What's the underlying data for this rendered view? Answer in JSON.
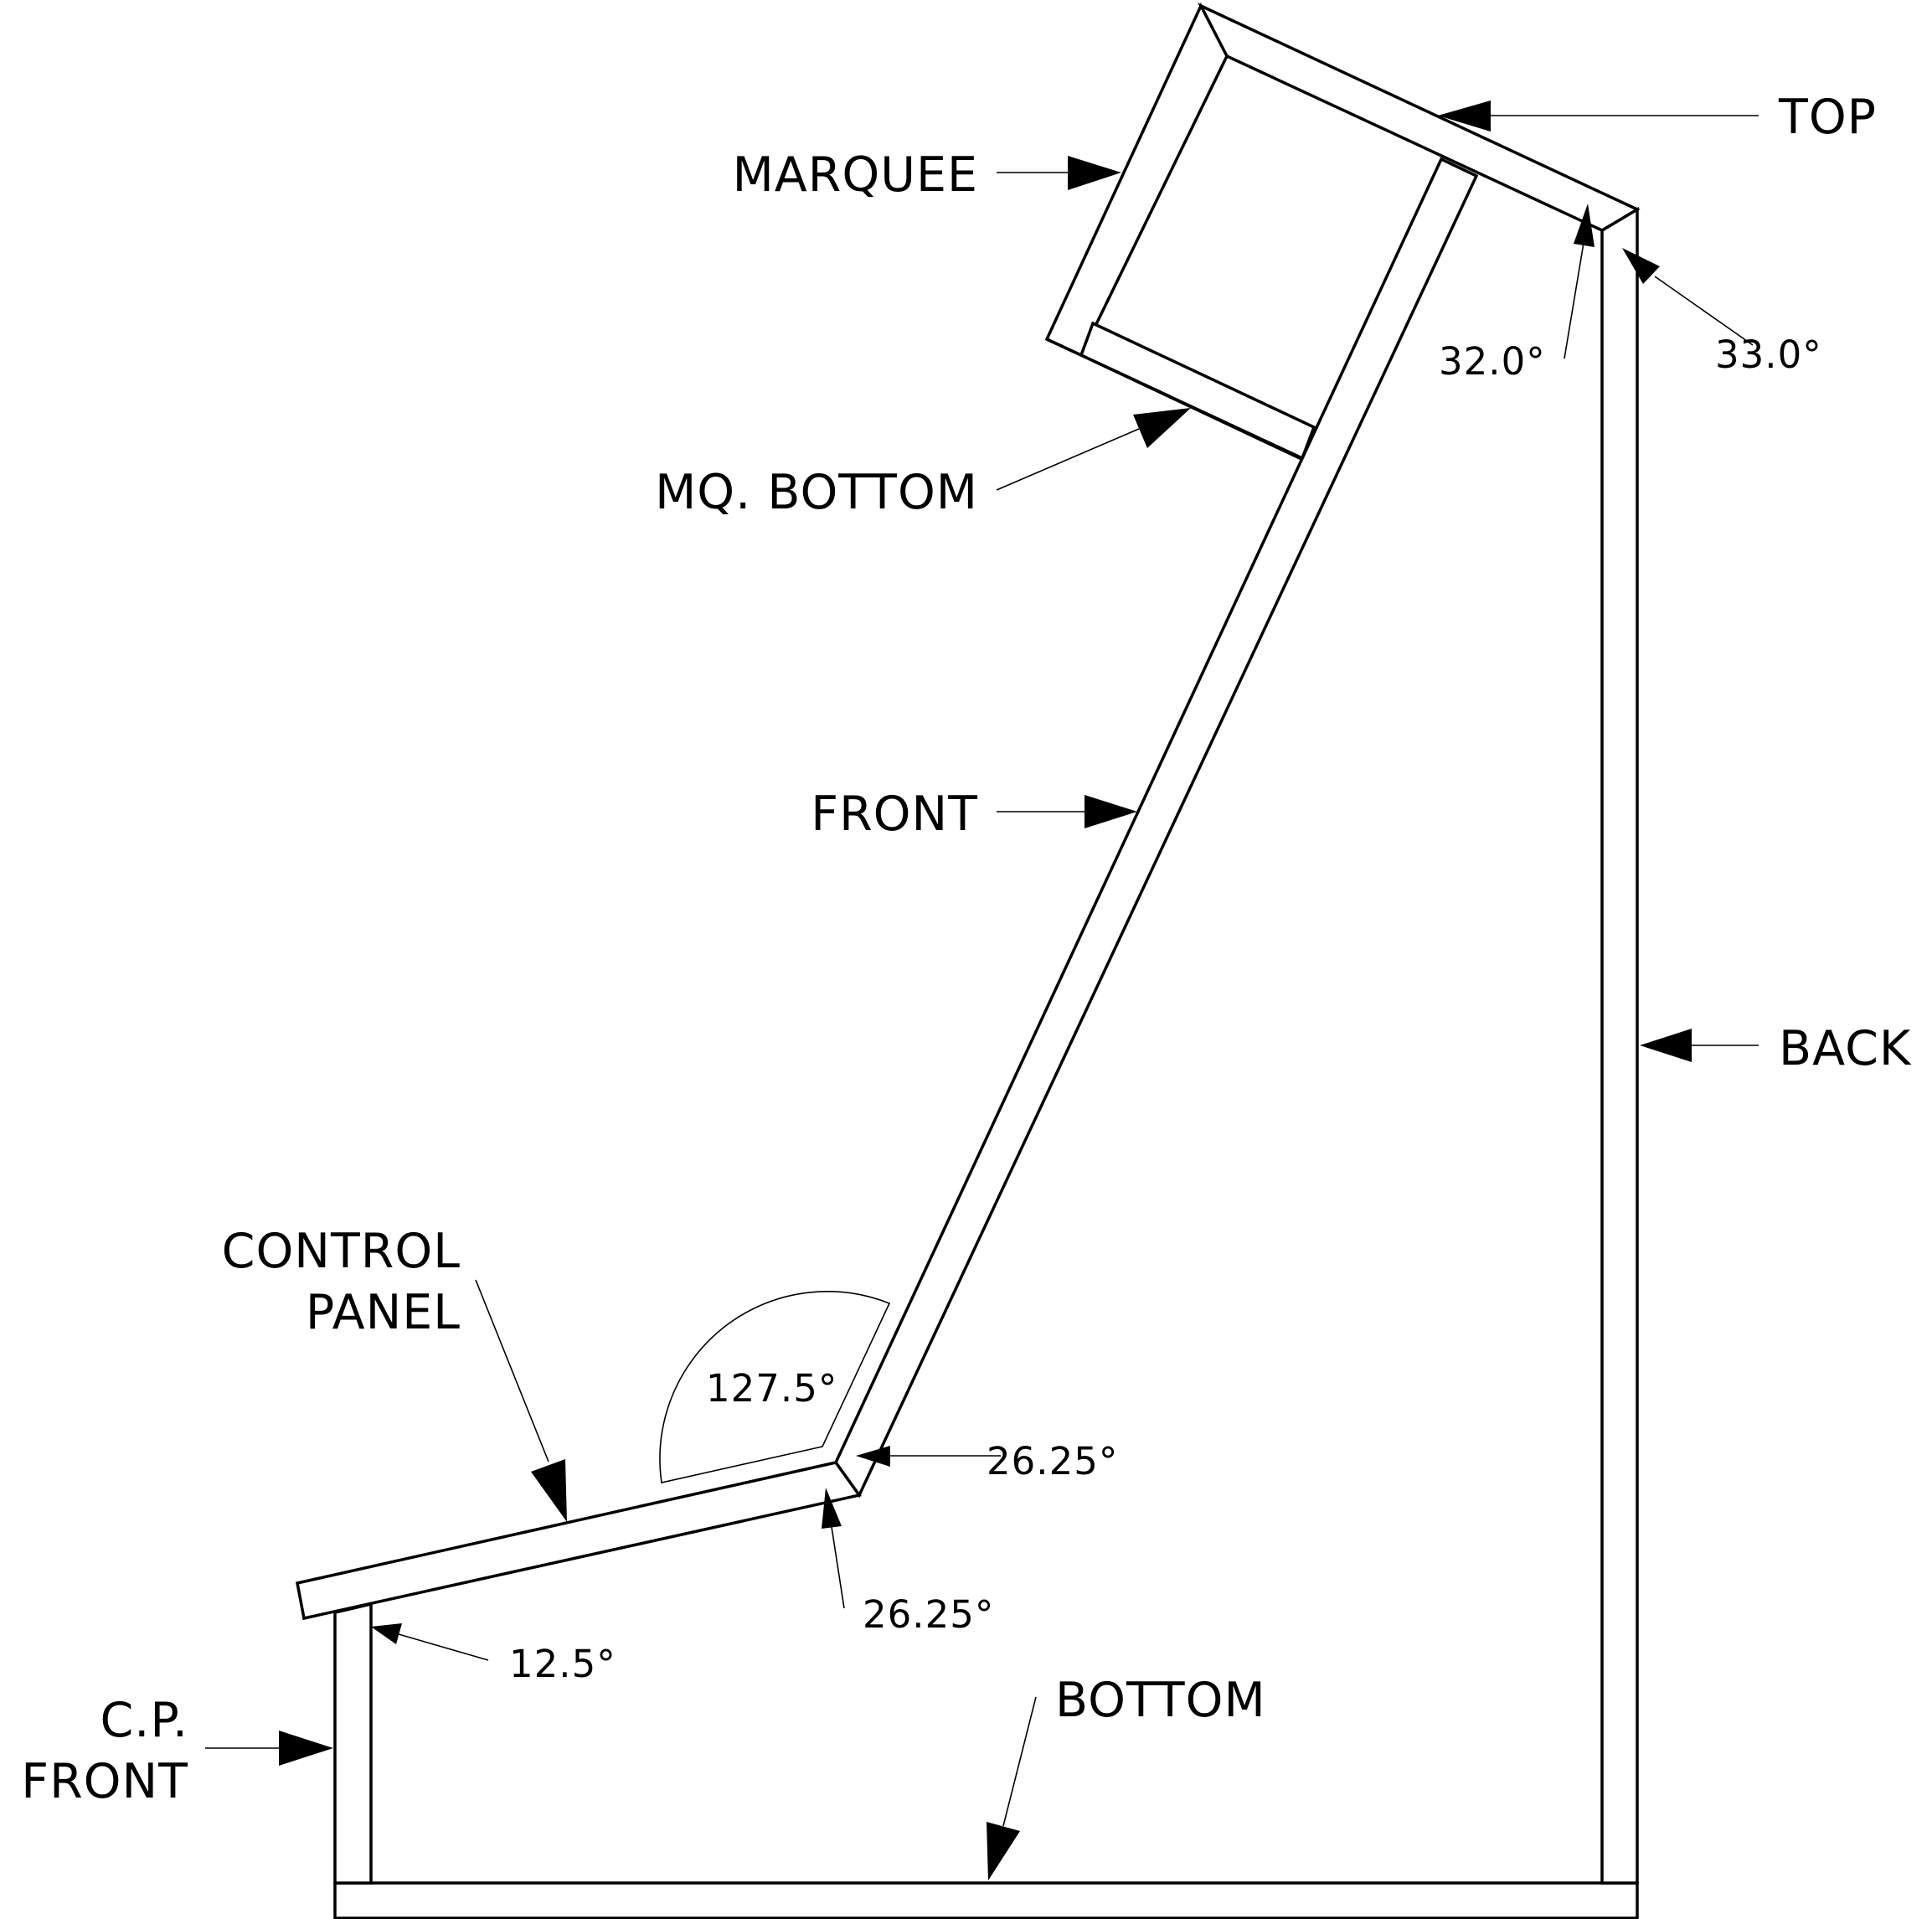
{
  "labels": {
    "top": "TOP",
    "marquee": "MARQUEE",
    "mq_bottom": "MQ. BOTTOM",
    "front": "FRONT",
    "back": "BACK",
    "control_panel_line1": "CONTROL",
    "control_panel_line2": "PANEL",
    "cp_front_line1": "C.P.",
    "cp_front_line2": "FRONT",
    "bottom": "BOTTOM"
  },
  "angles": {
    "top_front": "32.0°",
    "top_back": "33.0°",
    "cp_front_inner": "127.5°",
    "front_cp_upper": "26.25°",
    "front_cp_lower": "26.25°",
    "cp_front_top": "12.5°"
  }
}
